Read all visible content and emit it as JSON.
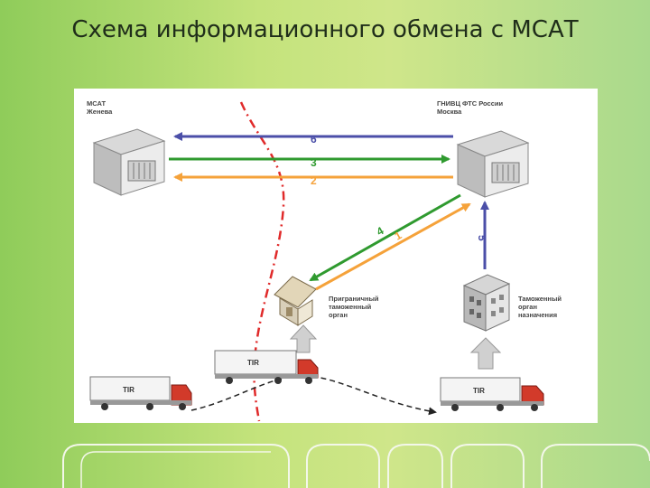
{
  "title": "Схема информационного обмена с МСАТ",
  "nodes": {
    "mcat": "МСАТ\nЖенева",
    "gnivc": "ГНИВЦ ФТС России\nМосква",
    "border": "Приграничный\nтаможенный\nорган",
    "destination": "Таможенный\nорган\nназначения"
  },
  "arrows": {
    "a6": "6",
    "a3": "3",
    "a2": "2",
    "a4": "4",
    "a1": "1",
    "a5": "5"
  },
  "trucks": {
    "label": "TIR"
  },
  "colors": {
    "blue": "#4b4fa8",
    "green": "#2f9a2f",
    "orange": "#f5a23a",
    "red_line": "#e02a2a"
  }
}
